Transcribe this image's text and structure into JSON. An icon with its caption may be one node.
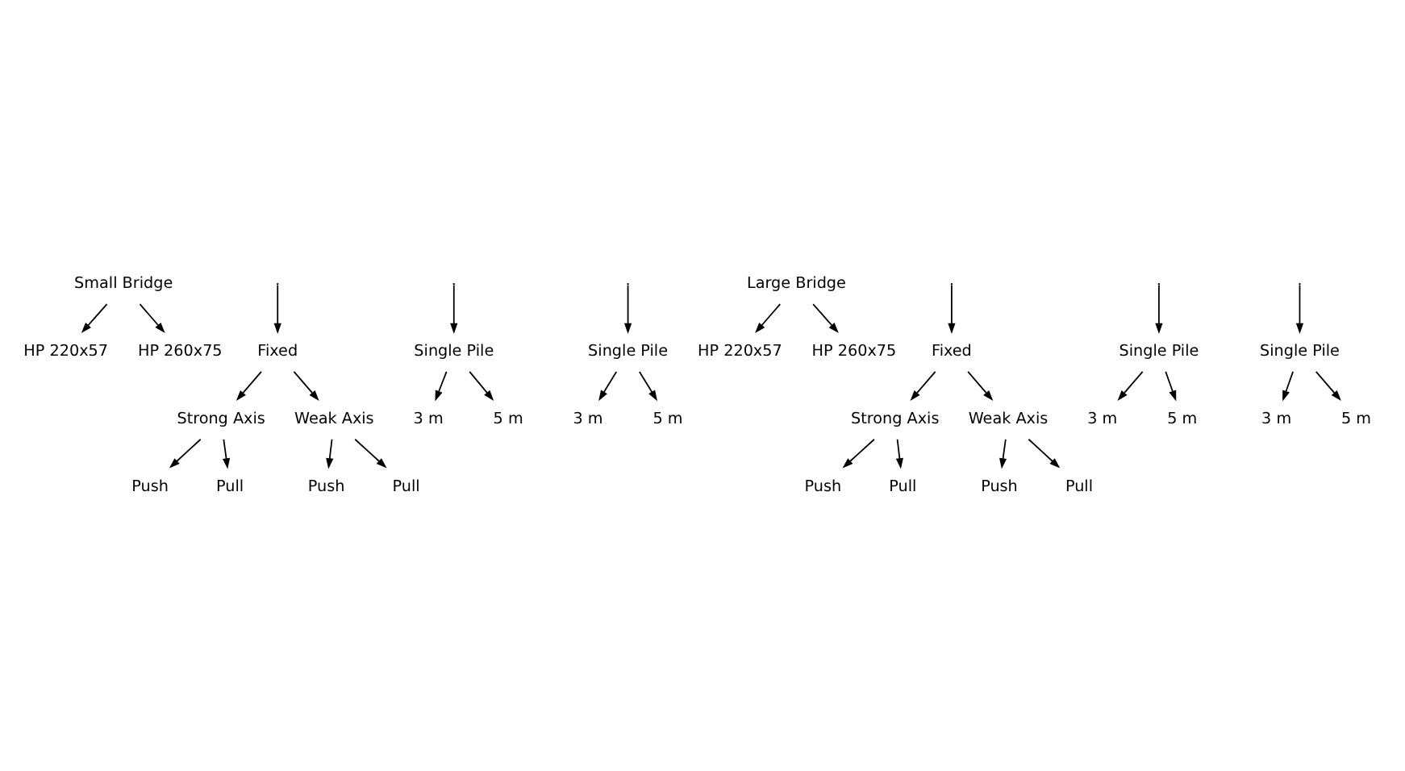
{
  "diagram": {
    "nodes": [
      {
        "text": [
          "Small Bridge"
        ]
      },
      {
        "text": [
          "HP 220x57"
        ]
      },
      {
        "text": [
          "HP 260x75"
        ]
      },
      {
        "text": [
          "Fixed"
        ]
      },
      {
        "text": [
          "Strong Axis"
        ]
      },
      {
        "text": [
          "Weak Axis"
        ]
      },
      {
        "text": [
          "Push"
        ]
      },
      {
        "text": [
          "Pull"
        ]
      },
      {
        "text": [
          "Push"
        ]
      },
      {
        "text": [
          "Pull"
        ]
      },
      {
        "text": [
          "Single Pile"
        ]
      },
      {
        "text": [
          "Single Pile"
        ]
      },
      {
        "text": [
          "3 m"
        ]
      },
      {
        "text": [
          "5 m"
        ]
      },
      {
        "text": [
          "3 m"
        ]
      },
      {
        "text": [
          "5 m"
        ]
      },
      {
        "text": [
          "Large Bridge"
        ]
      },
      {
        "text": [
          "HP 220x57"
        ]
      },
      {
        "text": [
          "HP 260x75"
        ]
      },
      {
        "text": [
          "Fixed"
        ]
      },
      {
        "text": [
          "Strong Axis"
        ]
      },
      {
        "text": [
          "Weak Axis"
        ]
      },
      {
        "text": [
          "Push"
        ]
      },
      {
        "text": [
          "Pull"
        ]
      },
      {
        "text": [
          "Push"
        ]
      },
      {
        "text": [
          "Pull"
        ]
      },
      {
        "text": [
          "Single Pile"
        ]
      },
      {
        "text": [
          "Single Pile"
        ]
      },
      {
        "text": [
          "3 m"
        ]
      },
      {
        "text": [
          "5 m"
        ]
      },
      {
        "text": [
          "3 m"
        ]
      },
      {
        "text": [
          "5 m"
        ]
      }
    ],
    "edges": [
      {
        "from": 0,
        "to": 1,
        "arrow": "to"
      },
      {
        "from": 0,
        "to": 2,
        "arrow": "to"
      },
      {
        "from": null,
        "to": 3,
        "arrow": "to"
      },
      {
        "from": 3,
        "to": 4,
        "arrow": "to"
      },
      {
        "from": 3,
        "to": 5,
        "arrow": "to"
      },
      {
        "from": 4,
        "to": 6,
        "arrow": "to"
      },
      {
        "from": 4,
        "to": 7,
        "arrow": "to"
      },
      {
        "from": 5,
        "to": 8,
        "arrow": "to"
      },
      {
        "from": 5,
        "to": 9,
        "arrow": "to"
      },
      {
        "from": null,
        "to": 10,
        "arrow": "to"
      },
      {
        "from": null,
        "to": 11,
        "arrow": "to"
      },
      {
        "from": 10,
        "to": 12,
        "arrow": "to"
      },
      {
        "from": 10,
        "to": 13,
        "arrow": "to"
      },
      {
        "from": 11,
        "to": 14,
        "arrow": "to"
      },
      {
        "from": 11,
        "to": 15,
        "arrow": "to"
      },
      {
        "from": 16,
        "to": 17,
        "arrow": "to"
      },
      {
        "from": 16,
        "to": 18,
        "arrow": "to"
      },
      {
        "from": null,
        "to": 19,
        "arrow": "to"
      },
      {
        "from": 19,
        "to": 20,
        "arrow": "to"
      },
      {
        "from": 19,
        "to": 21,
        "arrow": "to"
      },
      {
        "from": 20,
        "to": 22,
        "arrow": "to"
      },
      {
        "from": 20,
        "to": 23,
        "arrow": "to"
      },
      {
        "from": 21,
        "to": 24,
        "arrow": "to"
      },
      {
        "from": 21,
        "to": 25,
        "arrow": "to"
      },
      {
        "from": null,
        "to": 26,
        "arrow": "to"
      },
      {
        "from": null,
        "to": 27,
        "arrow": "to"
      },
      {
        "from": 26,
        "to": 28,
        "arrow": "to"
      },
      {
        "from": 26,
        "to": 29,
        "arrow": "to"
      },
      {
        "from": 27,
        "to": 30,
        "arrow": "to"
      },
      {
        "from": 27,
        "to": 31,
        "arrow": "to"
      }
    ]
  }
}
